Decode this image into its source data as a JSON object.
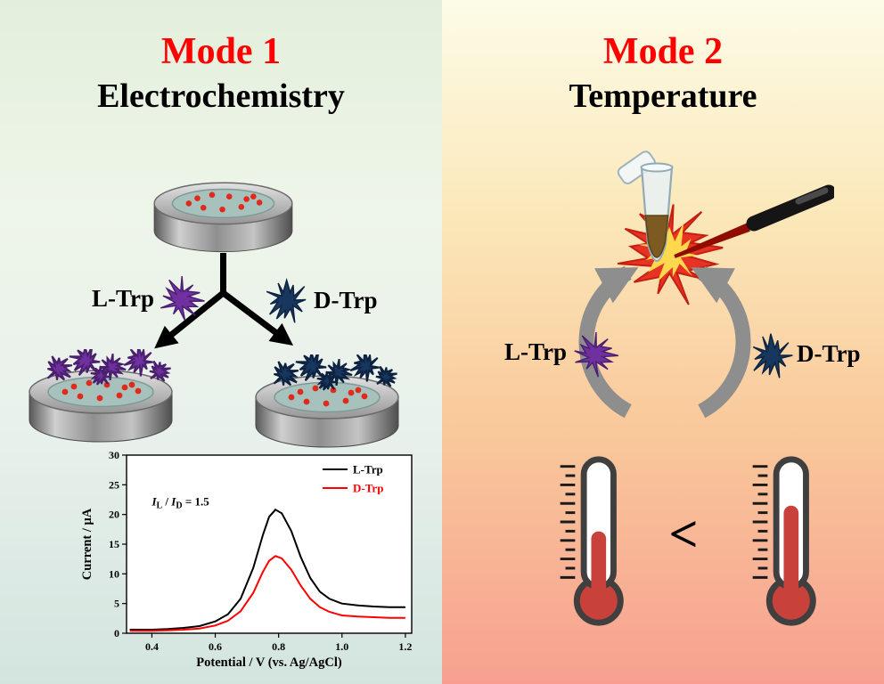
{
  "mode1": {
    "title": "Mode 1",
    "subtitle": "Electrochemistry",
    "l_label": "L-Trp",
    "d_label": "D-Trp"
  },
  "mode2": {
    "title": "Mode 2",
    "subtitle": "Temperature",
    "l_label": "L-Trp",
    "d_label": "D-Trp",
    "comparison_symbol": "<",
    "thermometer_left_fill": 0.45,
    "thermometer_right_fill": 0.68
  },
  "colors": {
    "mode_title": "#fe0000",
    "l_trp": "#7030a0",
    "l_trp_dark": "#4a1f6e",
    "d_trp": "#17375e",
    "d_trp_dark": "#0d2240",
    "electrode_surface": "#a7c2bd",
    "analyte_dot": "#e02a1c",
    "arrow": "#000000",
    "cycle_arrow": "#8e8e8e",
    "thermometer_fill": "#c8413a",
    "laser_beam": "#8f0d00",
    "explosion_outer": "#e63324",
    "explosion_inner": "#ffd84d"
  },
  "chart_data": {
    "type": "line",
    "title": "",
    "xlabel": "Potential / V (vs. Ag/AgCl)",
    "ylabel": "Current / μA",
    "xlim": [
      0.32,
      1.22
    ],
    "ylim": [
      0,
      30
    ],
    "xticks": [
      "0.4",
      "0.6",
      "0.8",
      "1.0",
      "1.2"
    ],
    "yticks": [
      "0",
      "5",
      "10",
      "15",
      "20",
      "25",
      "30"
    ],
    "grid": false,
    "legend_position": "top-right",
    "annotation": {
      "i1": "I",
      "s1": "L",
      "sep": " / ",
      "i2": "I",
      "s2": "D",
      "eq": " = 1.5",
      "text": "IL / ID = 1.5"
    },
    "series": [
      {
        "name": "L-Trp",
        "color": "#000000",
        "x": [
          0.33,
          0.4,
          0.45,
          0.5,
          0.55,
          0.6,
          0.64,
          0.68,
          0.72,
          0.75,
          0.77,
          0.79,
          0.81,
          0.84,
          0.87,
          0.9,
          0.93,
          0.96,
          1.0,
          1.05,
          1.1,
          1.15,
          1.2
        ],
        "y": [
          0.6,
          0.6,
          0.7,
          0.9,
          1.2,
          2.0,
          3.2,
          5.8,
          11.0,
          16.5,
          19.6,
          20.8,
          20.2,
          17.2,
          12.8,
          9.3,
          7.0,
          5.8,
          5.0,
          4.7,
          4.5,
          4.4,
          4.4
        ]
      },
      {
        "name": "D-Trp",
        "color": "#ff0000",
        "x": [
          0.33,
          0.4,
          0.45,
          0.5,
          0.55,
          0.6,
          0.64,
          0.68,
          0.72,
          0.75,
          0.77,
          0.79,
          0.81,
          0.84,
          0.87,
          0.9,
          0.93,
          0.96,
          1.0,
          1.05,
          1.1,
          1.15,
          1.2
        ],
        "y": [
          0.4,
          0.4,
          0.5,
          0.6,
          0.8,
          1.3,
          2.1,
          3.7,
          6.8,
          10.3,
          12.2,
          13.0,
          12.6,
          10.7,
          8.0,
          5.8,
          4.4,
          3.6,
          3.0,
          2.8,
          2.7,
          2.6,
          2.6
        ]
      }
    ]
  }
}
